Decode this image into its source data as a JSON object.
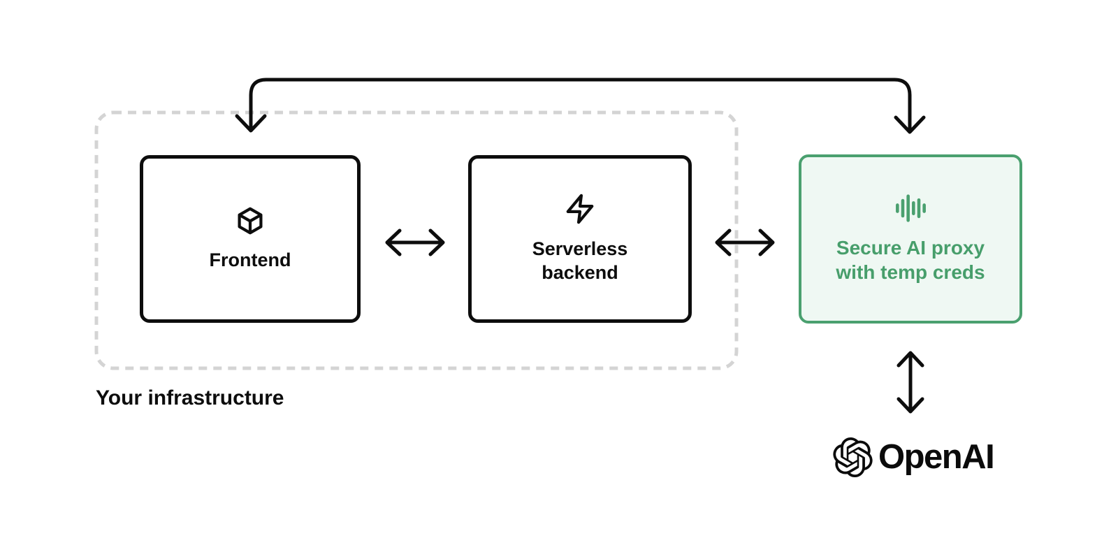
{
  "diagram": {
    "infrastructure": {
      "label": "Your infrastructure"
    },
    "nodes": [
      {
        "id": "frontend",
        "label": "Frontend",
        "icon": "cube-icon"
      },
      {
        "id": "backend",
        "label": "Serverless backend",
        "icon": "lightning-icon"
      },
      {
        "id": "proxy",
        "label": "Secure AI proxy with temp creds",
        "icon": "waveform-icon"
      }
    ],
    "brand": {
      "name": "OpenAI",
      "icon": "openai-logo-icon"
    },
    "connections": [
      {
        "id": "frontend-backend",
        "type": "bidirectional-horizontal"
      },
      {
        "id": "backend-proxy",
        "type": "bidirectional-horizontal"
      },
      {
        "id": "frontend-proxy-top-route",
        "type": "bidirectional-elbow"
      },
      {
        "id": "proxy-openai",
        "type": "bidirectional-vertical"
      }
    ],
    "colors": {
      "ink": "#0D0D0D",
      "dashed_border": "#D4D4D4",
      "accent_green": "#4AA06F",
      "accent_green_text": "#479E6B",
      "accent_green_bg": "#EFF8F3"
    }
  }
}
